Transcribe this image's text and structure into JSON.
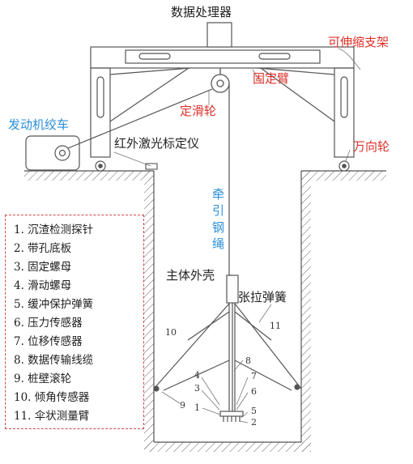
{
  "labels": {
    "processor": "数据处理器",
    "telescopic_bracket": "可伸缩支架",
    "fixed_arm": "固定臂",
    "fixed_pulley": "定滑轮",
    "engine_winch": "发动机绞车",
    "infrared_laser": "红外激光标定仪",
    "universal_wheel": "万向轮",
    "traction_cable": "牵引钢绳",
    "main_housing": "主体外壳",
    "tension_spring": "张拉弹簧"
  },
  "callout_numbers": [
    "10",
    "11",
    "8",
    "4",
    "3",
    "9",
    "1",
    "7",
    "6",
    "5",
    "2"
  ],
  "legend": [
    "1. 沉渣检测探针",
    "2. 带孔底板",
    "3. 固定螺母",
    "4. 滑动螺母",
    "5. 缓冲保护弹簧",
    "6. 压力传感器",
    "7. 位移传感器",
    "8. 数据传输线缆",
    "9. 桩壁滚轮",
    "10. 倾角传感器",
    "11. 伞状测量臂"
  ],
  "colors": {
    "red_label": "#e0312a",
    "blue_label": "#2b8fd8",
    "line": "#555555",
    "legend_border": "#d04848"
  }
}
